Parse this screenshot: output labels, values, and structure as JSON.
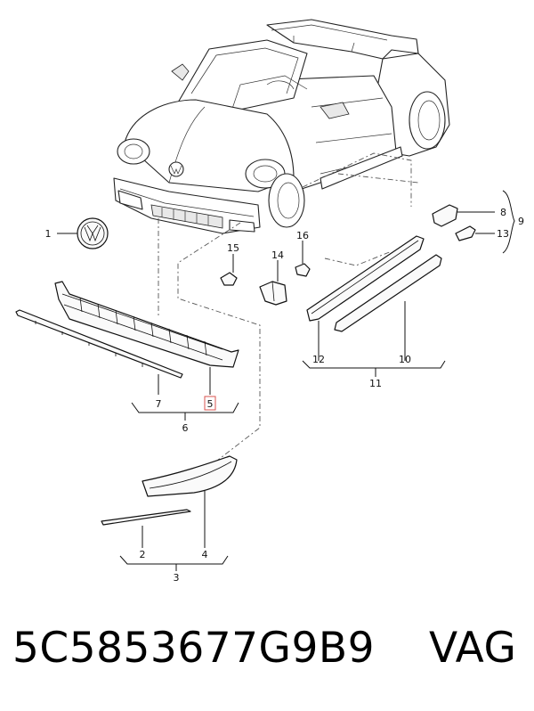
{
  "callouts": {
    "c1": "1",
    "c2": "2",
    "c3": "3",
    "c4": "4",
    "c5": "5",
    "c6": "6",
    "c7": "7",
    "c8": "8",
    "c9": "9",
    "c10": "10",
    "c11": "11",
    "c12": "12",
    "c13": "13",
    "c14": "14",
    "c15": "15",
    "c16": "16"
  },
  "highlight_color": "#d9534f",
  "footer": {
    "part_number": "5C5853677G9B9",
    "brand": "VAG"
  }
}
